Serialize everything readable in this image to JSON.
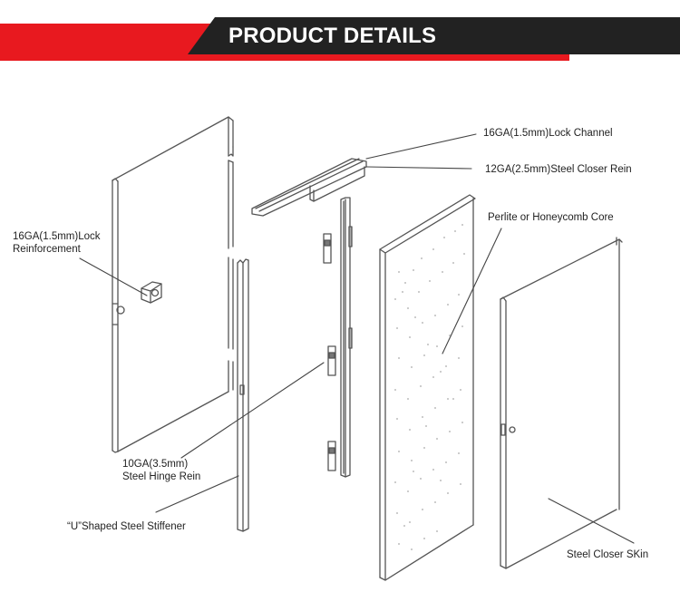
{
  "header": {
    "title": "PRODUCT DETAILS",
    "colors": {
      "red": "#e8191f",
      "black": "#222222",
      "text": "#ffffff"
    }
  },
  "diagram": {
    "subject": "Exploded steel door assembly",
    "labels": {
      "lock_reinforcement_1": "16GA(1.5mm)Lock",
      "lock_reinforcement_2": "Reinforcement",
      "lock_channel": "16GA(1.5mm)Lock Channel",
      "closer_rein": "12GA(2.5mm)Steel Closer Rein",
      "core": "Perlite or Honeycomb Core",
      "hinge_rein_1": "10GA(3.5mm)",
      "hinge_rein_2": "Steel Hinge Rein",
      "stiffener": "“U”Shaped Steel Stiffener",
      "closer_skin": "Steel Closer SKin"
    }
  }
}
